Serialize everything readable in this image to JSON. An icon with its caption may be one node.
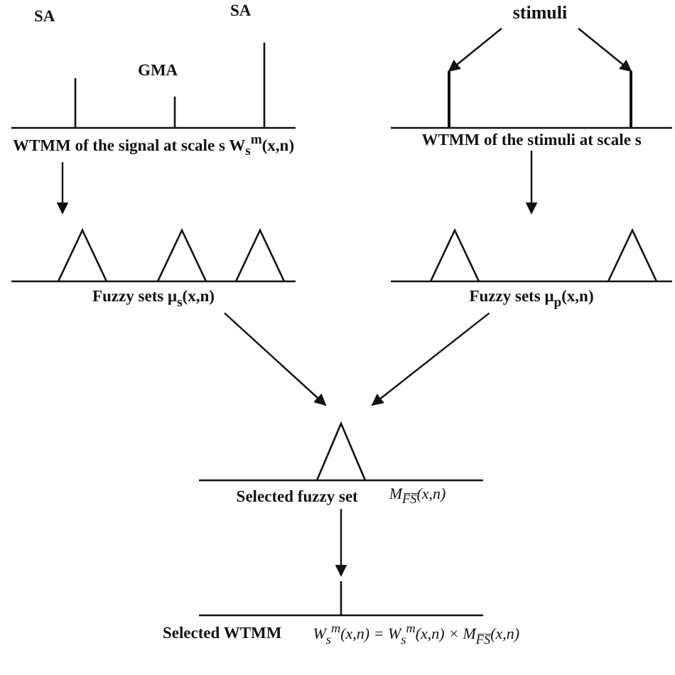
{
  "diagram": {
    "nodes": [
      {
        "text": [
          "WTMM of the signal at scale s W$_{s}$$^{m}$(x,n)"
        ]
      },
      {
        "text": [
          "WTMM of the stimuli at scale s"
        ]
      },
      {
        "text": [
          "stimuli"
        ]
      },
      {
        "text": [],
        "shape": "bar",
        "in": 1
      },
      {
        "text": [],
        "shape": "bar",
        "in": 1
      },
      {
        "text": [
          "Fuzzy sets μ$_{s}$(x,n)"
        ]
      },
      {
        "text": [
          "Fuzzy sets μ$_{p}$(x,n)"
        ]
      },
      {
        "text": [
          "Selected fuzzy set",
          "M$_{F̅S̅}$(x,n)"
        ]
      },
      {
        "text": [
          "Selected WTMM",
          "W$_{s}$$^{m}$(x,n) = W$_{s}$$^{m}$(x,n) × M$_{F̅S̅}$(x,n)"
        ]
      }
    ],
    "edges": [
      {
        "from": 0,
        "to": 5,
        "arrow": "to"
      },
      {
        "from": 1,
        "to": 6,
        "arrow": "to"
      },
      {
        "from": 5,
        "to": 7,
        "arrow": "to"
      },
      {
        "from": 6,
        "to": 7,
        "arrow": "to"
      },
      {
        "from": 7,
        "to": 8,
        "arrow": "to"
      },
      {
        "from": 2,
        "to": 3,
        "arrow": "to"
      },
      {
        "from": 2,
        "to": 4,
        "arrow": "to"
      }
    ],
    "labels": [
      "SA",
      "GMA",
      "SA"
    ]
  }
}
